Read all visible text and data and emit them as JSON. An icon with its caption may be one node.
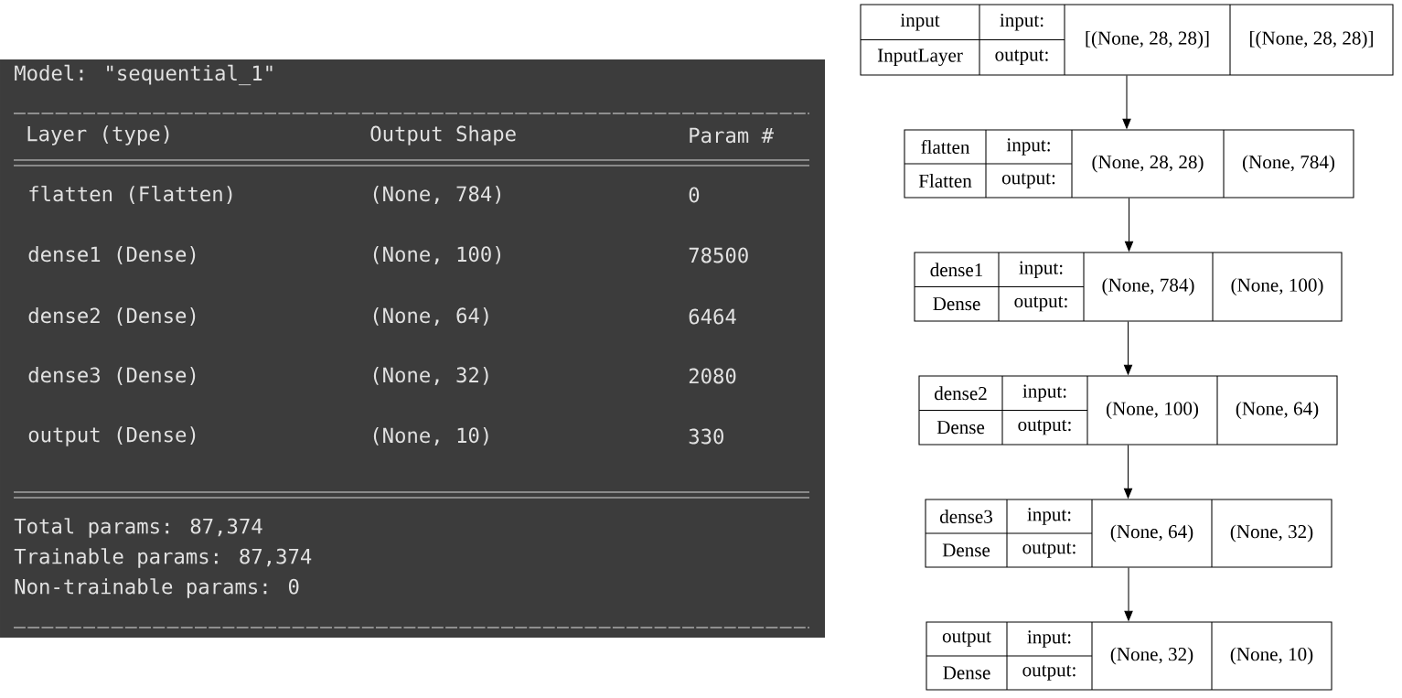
{
  "diagram": {
    "nodes": [
      {
        "text": [
          "input",
          "InputLayer",
          "input:",
          "output:",
          "[(None, 28, 28)]",
          "[(None, 28, 28)]"
        ]
      },
      {
        "text": [
          "flatten",
          "Flatten",
          "input:",
          "output:",
          "(None, 28, 28)",
          "(None, 784)"
        ]
      },
      {
        "text": [
          "dense1",
          "Dense",
          "input:",
          "output:",
          "(None, 784)",
          "(None, 100)"
        ]
      },
      {
        "text": [
          "dense2",
          "Dense",
          "input:",
          "output:",
          "(None, 100)",
          "(None, 64)"
        ]
      },
      {
        "text": [
          "dense3",
          "Dense",
          "input:",
          "output:",
          "(None, 64)",
          "(None, 32)"
        ]
      },
      {
        "text": [
          "output",
          "Dense",
          "input:",
          "output:",
          "(None, 32)",
          "(None, 10)"
        ]
      }
    ],
    "edges": [
      {
        "from": 0,
        "to": 1,
        "arrow": "to"
      },
      {
        "from": 1,
        "to": 2,
        "arrow": "to"
      },
      {
        "from": 2,
        "to": 3,
        "arrow": "to"
      },
      {
        "from": 3,
        "to": 4,
        "arrow": "to"
      },
      {
        "from": 4,
        "to": 5,
        "arrow": "to"
      }
    ],
    "labels": [
      "Model: \"sequential_1\"",
      "Layer (type)",
      "Output Shape",
      "Param #",
      "flatten (Flatten)",
      "(None, 784)",
      "0",
      "dense1 (Dense)",
      "(None, 100)",
      "78500",
      "dense2 (Dense)",
      "(None, 64)",
      "6464",
      "dense3 (Dense)",
      "(None, 32)",
      "2080",
      "output (Dense)",
      "(None, 10)",
      "330",
      "Total params: 87,374",
      "Trainable params: 87,374",
      "Non-trainable params: 0"
    ]
  }
}
